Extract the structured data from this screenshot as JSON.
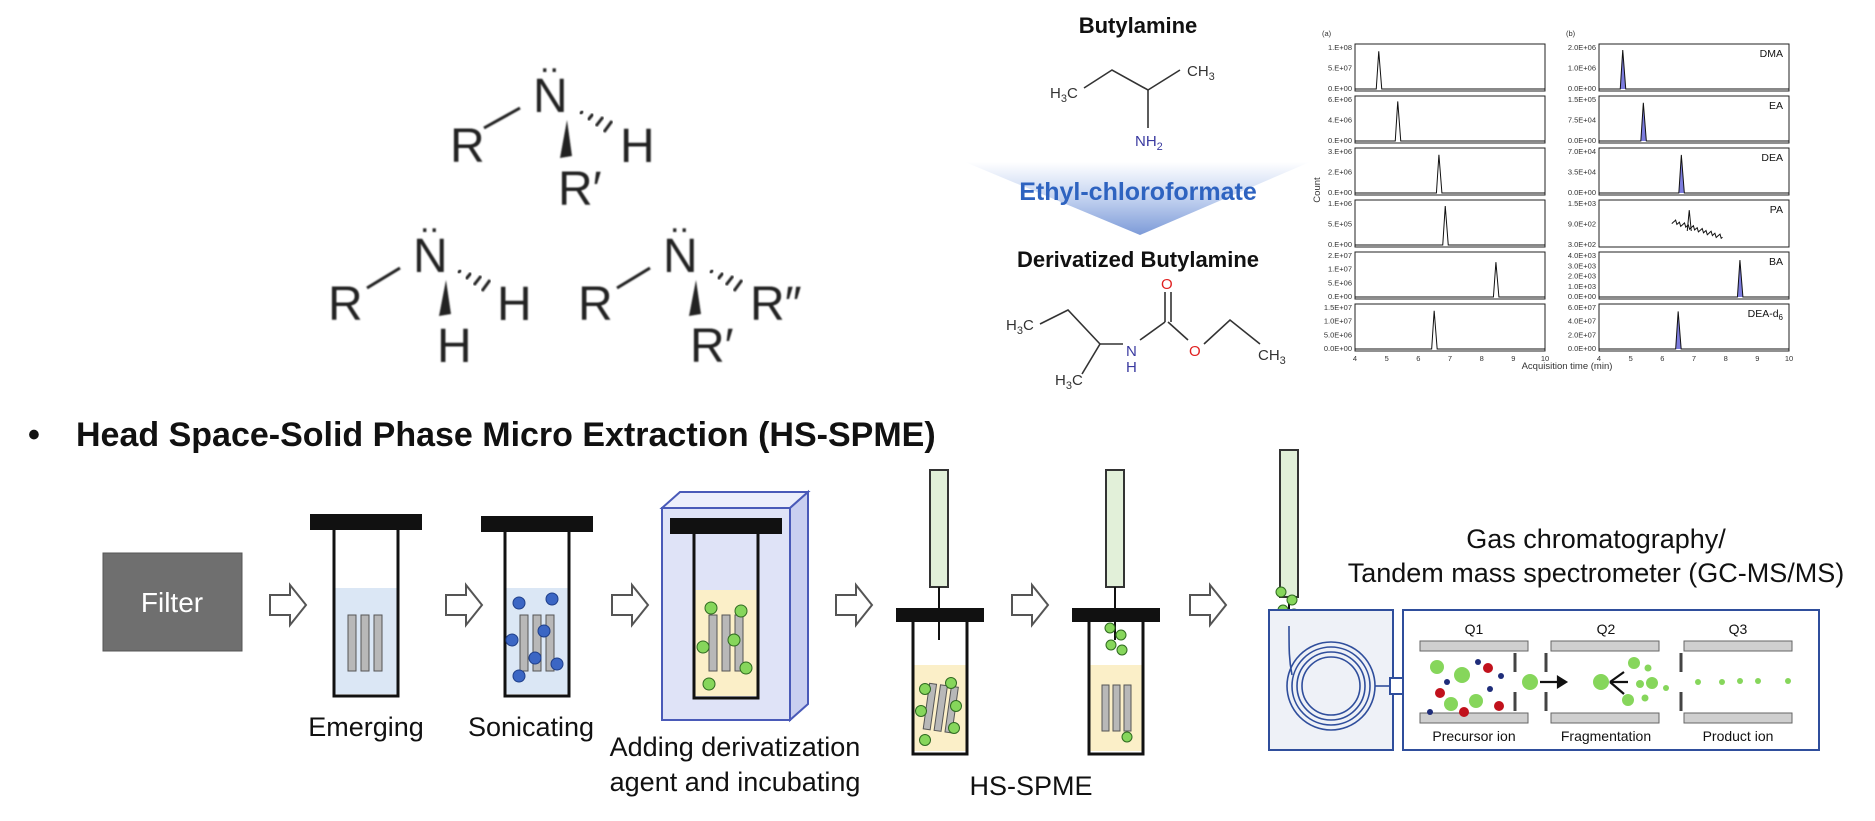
{
  "amine_structures": {
    "primary": {
      "N": "N",
      "lone_pair": "..",
      "left": "R",
      "right": "H",
      "bottom": "H"
    },
    "secondary_top": {
      "N": "N",
      "lone_pair": "..",
      "left": "R",
      "right": "H",
      "bottom": "R′"
    },
    "tertiary": {
      "N": "N",
      "lone_pair": "..",
      "left": "R",
      "right": "R″",
      "bottom": "R′"
    }
  },
  "derivatization": {
    "reactant_title": "Butylamine",
    "reagent": "Ethyl-chloroformate",
    "product_title": "Derivatized Butylamine",
    "labels": {
      "h3c": "H3C",
      "ch3": "CH3",
      "nh2": "NH2",
      "n": "N",
      "h": "H",
      "o": "O"
    },
    "colors": {
      "nitrogen": "#3a3aa0",
      "oxygen": "#e02020",
      "reagent_text": "#2e63c0",
      "reagent_band": "#7da0df"
    }
  },
  "chart_data": [
    {
      "type": "line",
      "panel_label": "(a)",
      "xlabel": "Acquisition time (min)",
      "ylabel": "Count",
      "xlim": [
        4,
        10
      ],
      "x_ticks": [
        "4",
        "5",
        "6",
        "7",
        "8",
        "9",
        "10"
      ],
      "series_color": "#111111",
      "rows": [
        {
          "y_ticks": [
            "1.E+08",
            "5.E+07",
            "0.E+00"
          ],
          "ymax": 100000000,
          "peak_time": 4.75,
          "peak_value": 92000000,
          "noise": false
        },
        {
          "y_ticks": [
            "6.E+06",
            "4.E+06",
            "0.E+00"
          ],
          "ymax": 6000000,
          "peak_time": 5.35,
          "peak_value": 5800000,
          "noise": false
        },
        {
          "y_ticks": [
            "3.E+06",
            "2.E+06",
            "0.E+00"
          ],
          "ymax": 3000000,
          "peak_time": 6.65,
          "peak_value": 2800000,
          "noise": false
        },
        {
          "y_ticks": [
            "1.E+06",
            "5.E+05",
            "0.E+00"
          ],
          "ymax": 1000000,
          "peak_time": 6.85,
          "peak_value": 950000,
          "noise": false
        },
        {
          "y_ticks": [
            "2.E+07",
            "1.E+07",
            "5.E+06",
            "0.E+00"
          ],
          "ymax": 20000000,
          "peak_time": 8.45,
          "peak_value": 17000000,
          "noise": false
        },
        {
          "y_ticks": [
            "1.5E+07",
            "1.0E+07",
            "5.0E+06",
            "0.0E+00"
          ],
          "ymax": 15000000,
          "peak_time": 6.5,
          "peak_value": 14000000,
          "noise": false
        }
      ]
    },
    {
      "type": "line",
      "panel_label": "(b)",
      "xlabel": "Acquisition time (min)",
      "xlim": [
        4,
        10
      ],
      "x_ticks": [
        "4",
        "5",
        "6",
        "7",
        "8",
        "9",
        "10"
      ],
      "series_color": "#111111",
      "fill_color": "#5b5bd6",
      "rows": [
        {
          "name": "DMA",
          "y_ticks": [
            "2.0E+06",
            "1.0E+06",
            "0.0E+00"
          ],
          "ymax": 2000000,
          "peak_time": 4.75,
          "peak_value": 1900000,
          "noise": false
        },
        {
          "name": "EA",
          "y_ticks": [
            "1.5E+05",
            "7.5E+04",
            "0.0E+00"
          ],
          "ymax": 150000,
          "peak_time": 5.4,
          "peak_value": 140000,
          "noise": false
        },
        {
          "name": "DEA",
          "y_ticks": [
            "7.0E+04",
            "3.5E+04",
            "0.0E+00"
          ],
          "ymax": 70000,
          "peak_time": 6.6,
          "peak_value": 65000,
          "noise": false
        },
        {
          "name": "PA",
          "y_ticks": [
            "1.5E+03",
            "9.0E+02",
            "3.0E+02"
          ],
          "ymax": 1500,
          "peak_time": 6.85,
          "peak_value": 1200,
          "noise": true,
          "noise_range": [
            6.3,
            7.9
          ]
        },
        {
          "name": "BA",
          "y_ticks": [
            "4.0E+03",
            "3.0E+03",
            "2.0E+03",
            "1.0E+03",
            "0.0E+00"
          ],
          "ymax": 4000,
          "peak_time": 8.45,
          "peak_value": 3600,
          "noise": false
        },
        {
          "name": "DEA-d",
          "name_sub": "6",
          "y_ticks": [
            "6.0E+07",
            "4.0E+07",
            "2.0E+07",
            "0.0E+00"
          ],
          "ymax": 60000000,
          "peak_time": 6.5,
          "peak_value": 55000000,
          "noise": false
        }
      ]
    }
  ],
  "workflow": {
    "bullet": "•",
    "title": "Head Space-Solid Phase Micro Extraction (HS-SPME)",
    "filter_label": "Filter",
    "steps": [
      "Emerging",
      "Sonicating",
      "Adding derivatization",
      "agent and incubating",
      "HS-SPME"
    ],
    "gc_title_line1": "Gas chromatography/",
    "gc_title_line2": "Tandem mass spectrometer (GC-MS/MS)",
    "quadrupoles": [
      "Q1",
      "Q2",
      "Q3"
    ],
    "stage_labels": [
      "Precursor ion",
      "Fragmentation",
      "Product ion"
    ],
    "colors": {
      "filter_box": "#6f6f6f",
      "vial_liquid": "#dbe7f5",
      "vial_liquid_yellow": "#fbefc8",
      "incubator": "#dfe3f7",
      "incubator_edge": "#4a5ab8",
      "blue_particle": "#3b66c4",
      "green_particle": "#86d65b",
      "red_ion": "#c1111c",
      "navy_ion": "#1f2d7a",
      "fiber": "#e2f0d9",
      "gc_box": "#eef1f7",
      "frame": "#2f4e9c"
    }
  }
}
